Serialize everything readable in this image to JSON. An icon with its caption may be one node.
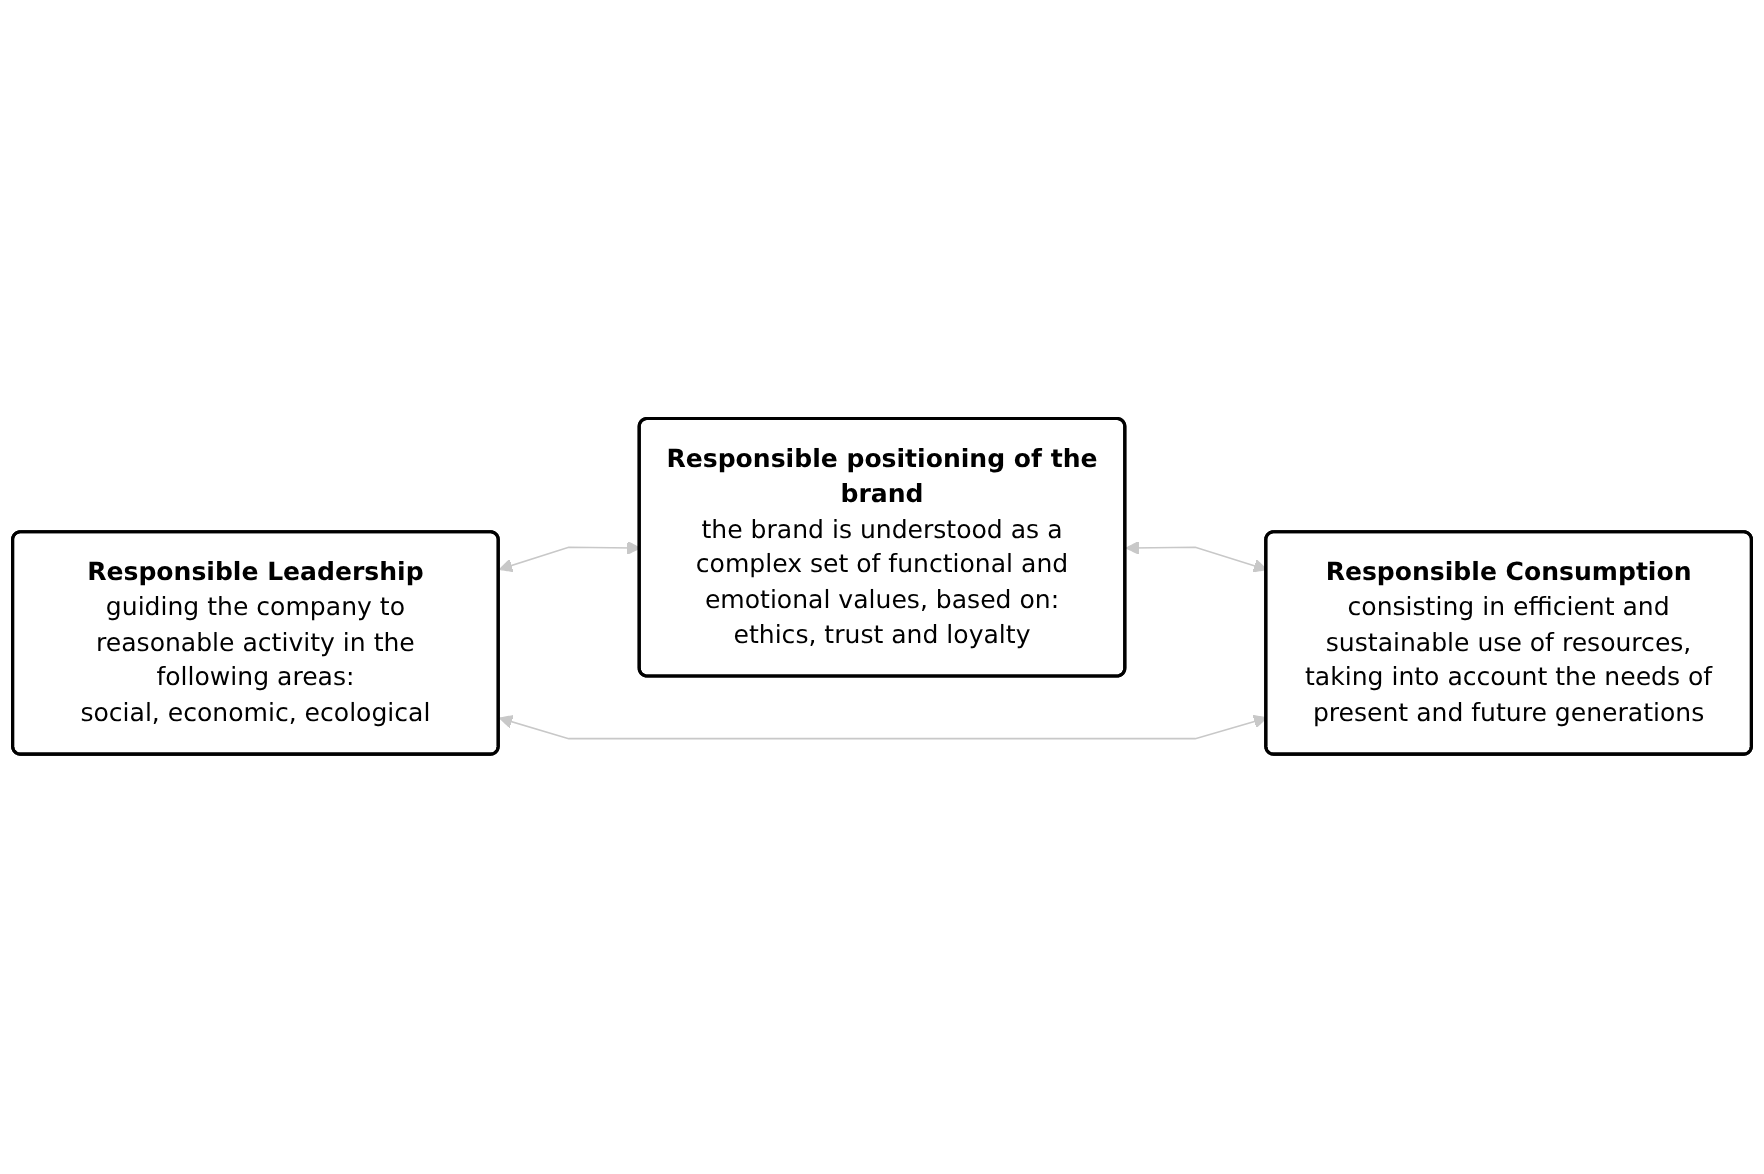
{
  "diagram": {
    "nodes": [
      {
        "text": [
          "Responsible Leadership",
          "guiding the company to reasonable activity in the following areas:",
          "social, economic, ecological"
        ]
      },
      {
        "text": [
          "Responsible positioning of the brand",
          "the brand is understood as a complex set of functional and emotional values, based on:",
          "ethics, trust and loyalty"
        ]
      },
      {
        "text": [
          "Responsible Consumption",
          "consisting in efficient and sustainable use of resources, taking into account the needs of present and future generations"
        ]
      }
    ],
    "edges": [
      {
        "from": 0,
        "to": 1,
        "arrow": "both"
      },
      {
        "from": 1,
        "to": 2,
        "arrow": "both"
      },
      {
        "from": 0,
        "to": 2,
        "arrow": "both"
      }
    ]
  }
}
